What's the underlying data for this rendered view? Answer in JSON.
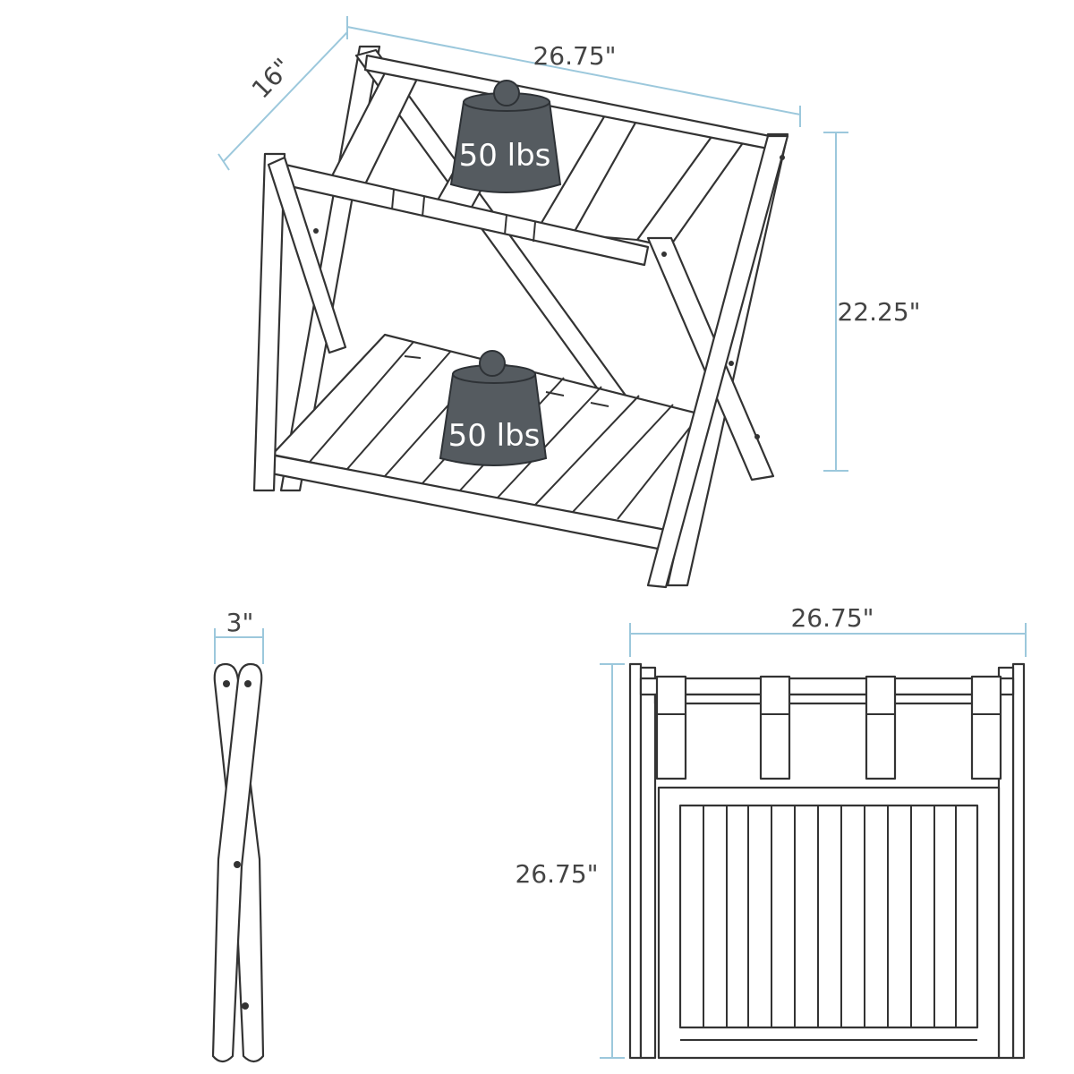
{
  "weights": {
    "top": "50 lbs",
    "bottom": "50 lbs"
  },
  "dimensions": {
    "depth": "16\"",
    "width_top": "26.75\"",
    "height_side": "22.25\"",
    "thickness": "3\"",
    "width_front": "26.75\"",
    "height_front": "26.75\""
  },
  "colors": {
    "dimension_line": "#9cc8dc",
    "outline": "#333333",
    "weight_fill": "#555b60",
    "weight_text": "#ffffff",
    "label_text": "#444444"
  }
}
